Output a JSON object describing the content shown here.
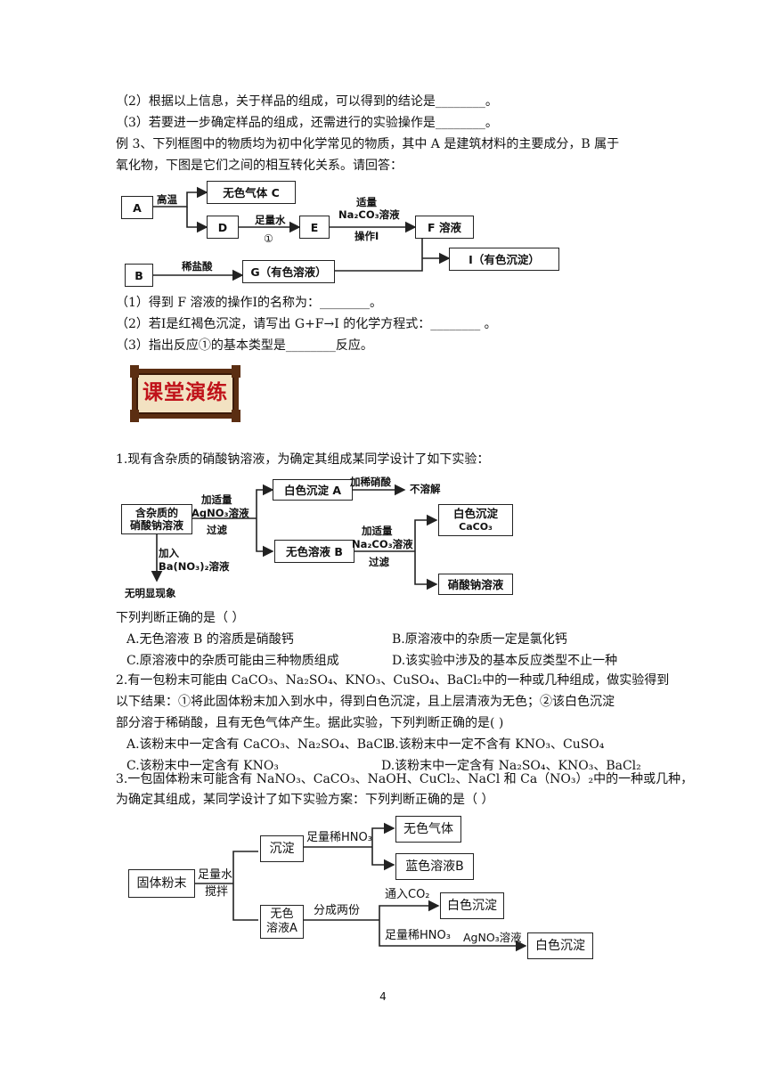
{
  "lines": {
    "l1": "（2）根据以上信息，关于样品的组成，可以得到的结论是________。",
    "l2": "（3）若要进一步确定样品的组成，还需进行的实验操作是________。",
    "l3": "例 3、下列框图中的物质均为初中化学常见的物质，其中 A 是建筑材料的主要成分，B 属于",
    "l4": "氧化物，下图是它们之间的相互转化关系。请回答：",
    "l5": "（1）得到 F 溶液的操作Ⅰ的名称为：________。",
    "l6": "（2）若Ⅰ是红褐色沉淀，请写出 G+F→I 的化学方程式：________    。",
    "l7": "（3）指出反应①的基本类型是________反应。",
    "l8": "1.现有含杂质的硝酸钠溶液，为确定其组成某同学设计了如下实验：",
    "l9": "下列判断正确的是（          ）",
    "l10a": "A.无色溶液  B  的溶质是硝酸钙",
    "l10b": "B.原溶液中的杂质一定是氯化钙",
    "l11a": "C.原溶液中的杂质可能由三种物质组成",
    "l11b": "D.该实验中涉及的基本反应类型不止一种",
    "l12": "2.有一包粉末可能由 CaCO₃、Na₂SO₄、KNO₃、CuSO₄、BaCl₂中的一种或几种组成，做实验得到",
    "l13": "以下结果：①将此固体粉末加入到水中，得到白色沉淀，且上层清液为无色；②该白色沉淀",
    "l14": "部分溶于稀硝酸，且有无色气体产生。据此实验，下列判断正确的是(          )",
    "l15a": "A.该粉末中一定含有 CaCO₃、Na₂SO₄、BaCl₂",
    "l15b": "B.该粉末中一定不含有 KNO₃、CuSO₄",
    "l16a": "C.该粉末中一定含有 KNO₃",
    "l16b": "D.该粉末中一定含有 Na₂SO₄、KNO₃、BaCl₂",
    "l17": "3.一包固体粉末可能含有 NaNO₃、CaCO₃、NaOH、CuCl₂、NaCl 和 Ca（NO₃）₂中的一种或几种，",
    "l18": "为确定其组成，某同学设计了如下实验方案：下列判断正确的是（             ）"
  },
  "badge": {
    "text": "课堂演练"
  },
  "diagram1": {
    "A": "A",
    "C": "无色气体 C",
    "D": "D",
    "E": "E",
    "F": "F 溶液",
    "I": "I（有色沉淀）",
    "B": "B",
    "G": "G（有色溶液）",
    "high_temp": "高温",
    "water": "足量水",
    "circle1": "①",
    "na2co3_top": "适量",
    "na2co3": "Na₂CO₃溶液",
    "op1": "操作Ⅰ",
    "dilute_hcl": "稀盐酸"
  },
  "diagram2": {
    "start": "含杂质的\n硝酸钠溶液",
    "agno3_top": "加适量",
    "agno3": "AgNO₃溶液",
    "filter1": "过滤",
    "white_ppt_a": "白色沉淀 A",
    "add_hno3": "加稀硝酸",
    "insoluble": "不溶解",
    "colorless_b": "无色溶液 B",
    "na2co3_top": "加适量",
    "na2co3": "Na₂CO₃溶液",
    "filter2": "过滤",
    "caco3_title": "白色沉淀",
    "caco3": "CaCO₃",
    "nano3": "硝酸钠溶液",
    "ba_top": "加入",
    "ba": "Ba(NO₃)₂溶液",
    "no_change": "无明显现象"
  },
  "diagram3": {
    "powder": "固体粉末",
    "water": "足量水",
    "stir": "搅拌",
    "ppt": "沉淀",
    "hno3_top": "足量稀HNO₃",
    "gas": "无色气体",
    "blue": "蓝色溶液B",
    "colorless_a": "无色\n溶液A",
    "split": "分成两份",
    "co2": "通入CO₂",
    "white1": "白色沉淀",
    "hno3_bottom": "足量稀HNO₃",
    "agno3": "AgNO₃溶液",
    "white2": "白色沉淀"
  },
  "page_number": "4"
}
